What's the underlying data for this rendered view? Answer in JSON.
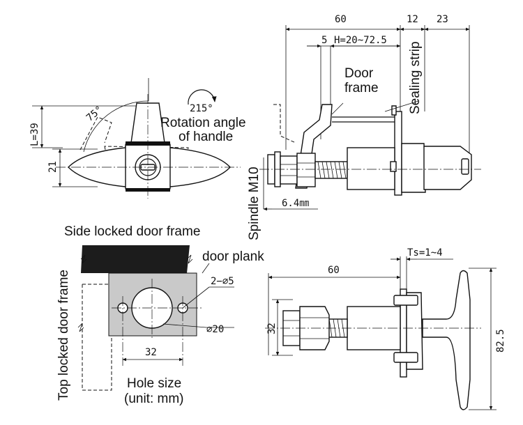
{
  "labels": {
    "rotation_angle": "215°",
    "rotation_text_1": "Rotation angle",
    "rotation_text_2": "of handle",
    "angle_75": "75°",
    "dim_L": "L=39",
    "dim_21": "21",
    "dim_60_top": "60",
    "dim_12": "12",
    "dim_23": "23",
    "dim_5": "5",
    "dim_H": "H=20~72.5",
    "door_frame_1": "Door",
    "door_frame_2": "frame",
    "sealing_strip": "Sealing strip",
    "spindle": "Spindle M10",
    "dim_6_4": "6.4㎜",
    "side_locked": "Side locked door frame",
    "door_plank": "door plank",
    "top_locked": "Top locked door frame",
    "hole_2_5": "2−∅5",
    "hole_20": "∅20",
    "dim_32_hole": "32",
    "hole_size": "Hole size",
    "unit": "(unit: mm)",
    "dim_60_bottom": "60",
    "dim_Ts": "Ts=1~4",
    "dim_32_side": "32",
    "dim_82_5": "82.5"
  },
  "colors": {
    "plank_fill": "#c9c9c9",
    "frame_fill": "#1c1c1c",
    "line": "#111111"
  }
}
